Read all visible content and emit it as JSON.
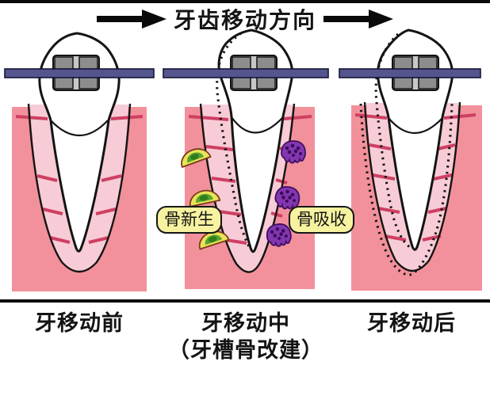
{
  "header": {
    "title": "牙齿移动方向"
  },
  "panels": [
    {
      "label": "牙移动前"
    },
    {
      "label": "牙移动中",
      "sublabel": "（牙槽骨改建）",
      "annotations": {
        "left": "骨新生",
        "right": "骨吸收"
      }
    },
    {
      "label": "牙移动后"
    }
  ],
  "colors": {
    "bone": "#f2919b",
    "ligament": "#f7ccd6",
    "fiber": "#cf3f63",
    "archwire": "#55558e",
    "bracket_light": "#c7c7c7",
    "bracket_dark": "#8d8d8d",
    "osteoblast_body": "#eae257",
    "osteoblast_nucleus": "#2f7d1c",
    "osteoclast_body": "#8436b0",
    "label_bubble": "#f7f2a0",
    "outline": "#141414"
  }
}
